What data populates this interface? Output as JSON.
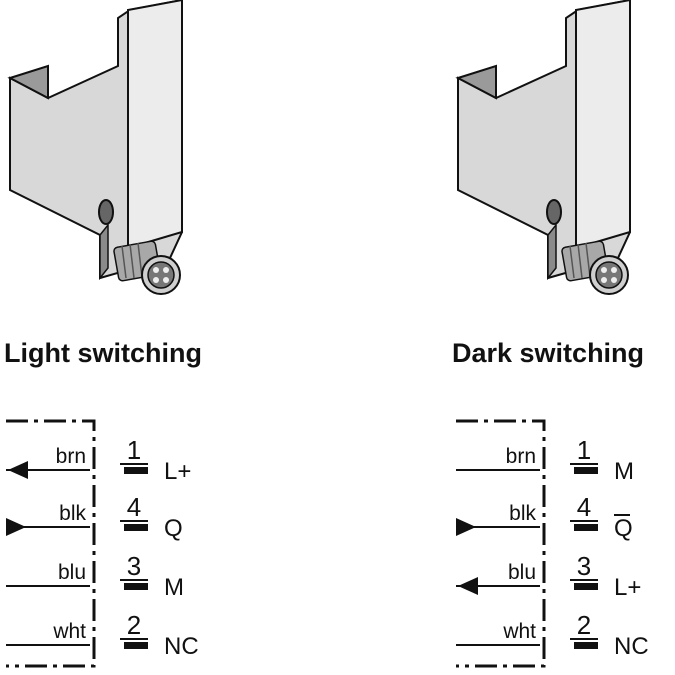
{
  "panels": [
    {
      "heading": "Light switching",
      "rows": [
        {
          "wire": "brn",
          "pin": "1",
          "signal": "L+",
          "overline": false,
          "arrow": "out"
        },
        {
          "wire": "blk",
          "pin": "4",
          "signal": "Q",
          "overline": false,
          "arrow": "in"
        },
        {
          "wire": "blu",
          "pin": "3",
          "signal": "M",
          "overline": false,
          "arrow": "none"
        },
        {
          "wire": "wht",
          "pin": "2",
          "signal": "NC",
          "overline": false,
          "arrow": "none"
        }
      ]
    },
    {
      "heading": "Dark switching",
      "rows": [
        {
          "wire": "brn",
          "pin": "1",
          "signal": "M",
          "overline": false,
          "arrow": "none"
        },
        {
          "wire": "blk",
          "pin": "4",
          "signal": "Q",
          "overline": true,
          "arrow": "in"
        },
        {
          "wire": "blu",
          "pin": "3",
          "signal": "L+",
          "overline": false,
          "arrow": "out"
        },
        {
          "wire": "wht",
          "pin": "2",
          "signal": "NC",
          "overline": false,
          "arrow": "none"
        }
      ]
    }
  ],
  "colors": {
    "housing_front": "#d6d6d6",
    "housing_side": "#eeeeee",
    "housing_edge": "#9a9a9a",
    "outline": "#111111"
  }
}
